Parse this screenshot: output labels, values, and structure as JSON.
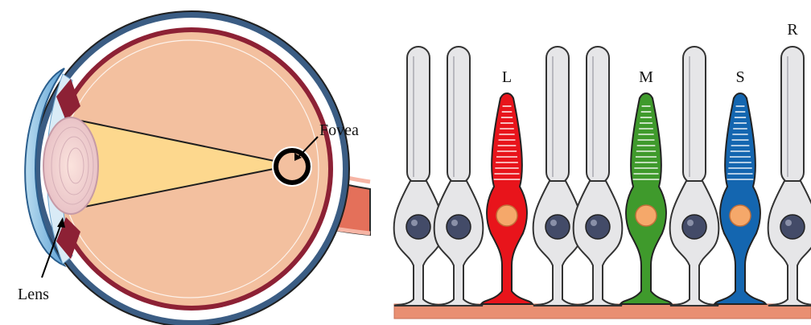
{
  "eye": {
    "fovea_label": "Fovea",
    "lens_label": "Lens"
  },
  "retina": {
    "cells": [
      {
        "type": "rod"
      },
      {
        "type": "rod"
      },
      {
        "type": "cone",
        "label": "L",
        "color": "#e8141b"
      },
      {
        "type": "rod"
      },
      {
        "type": "rod"
      },
      {
        "type": "cone",
        "label": "M",
        "color": "#3f9a2c"
      },
      {
        "type": "rod"
      },
      {
        "type": "cone",
        "label": "S",
        "color": "#1466b0"
      },
      {
        "type": "rod",
        "label": "R"
      }
    ]
  },
  "colors": {
    "sclera": "#3b5d84",
    "choroid": "#8d2135",
    "globe": "#f3c09f",
    "light_cone": "#fdd88e",
    "optic_nerve": "#e4705a",
    "rod_body": "#e6e6e8",
    "nucleus": "#434b68",
    "cone_nucleus": "#f5a86a",
    "membrane": "#e98f72"
  }
}
